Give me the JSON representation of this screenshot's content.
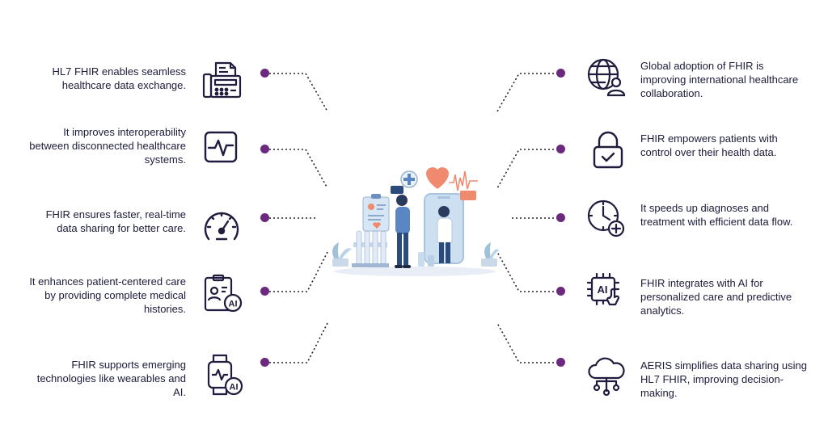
{
  "colors": {
    "accent": "#6b2a7d",
    "text": "#1b1b3a",
    "icon": "#1f1c3d",
    "line": "#222222"
  },
  "left_items": [
    {
      "text": "HL7 FHIR enables seamless healthcare data exchange.",
      "icon": "fax-machine-icon"
    },
    {
      "text": "It improves interoperability between disconnected healthcare systems.",
      "icon": "heartbeat-monitor-icon"
    },
    {
      "text": "FHIR ensures faster, real-time data sharing for better care.",
      "icon": "speedometer-icon"
    },
    {
      "text": "It enhances patient-centered care by providing complete medical histories.",
      "icon": "patient-record-ai-icon"
    },
    {
      "text": "FHIR supports emerging technologies like wearables and AI.",
      "icon": "smartwatch-ai-icon"
    }
  ],
  "right_items": [
    {
      "text": "Global adoption of FHIR is improving international healthcare collaboration.",
      "icon": "globe-users-icon"
    },
    {
      "text": "FHIR empowers patients with control over their health data.",
      "icon": "padlock-check-icon"
    },
    {
      "text": "It speeds up diagnoses and treatment with efficient data flow.",
      "icon": "clock-plus-icon"
    },
    {
      "text": "FHIR integrates with AI for personalized care and predictive analytics.",
      "icon": "ai-chip-hand-icon"
    },
    {
      "text": "AERIS simplifies data sharing using HL7 FHIR, improving decision-making.",
      "icon": "cloud-network-icon"
    }
  ]
}
